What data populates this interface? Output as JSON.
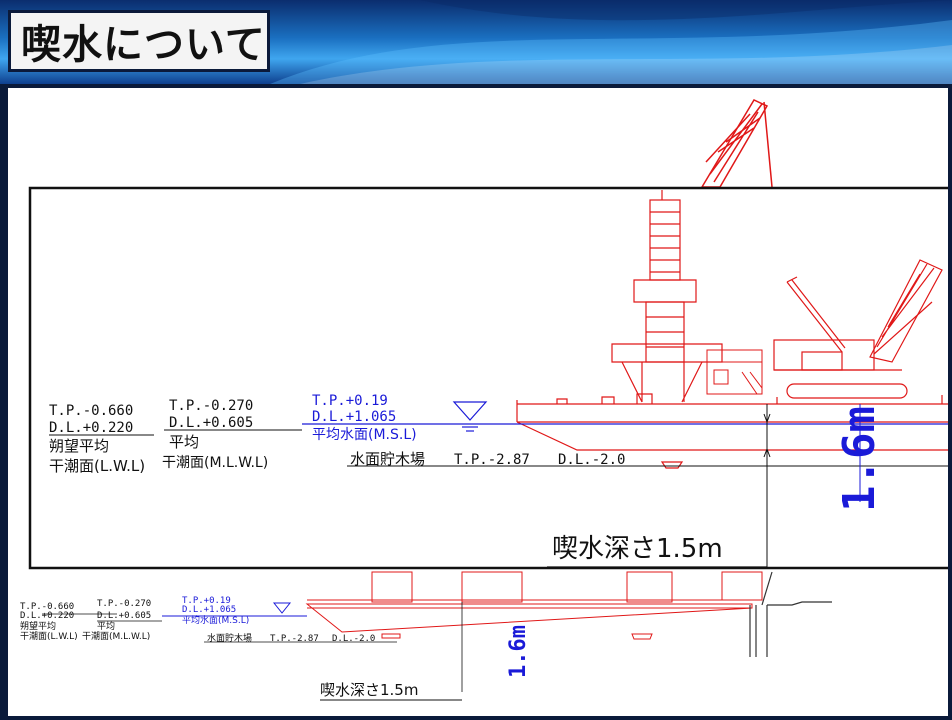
{
  "title": "喫水について",
  "colors": {
    "blue": "#1a1ad8",
    "red": "#e01818",
    "black": "#111111"
  },
  "detail": {
    "lwl_tp": "T.P.-0.660",
    "lwl_dl": "D.L.+0.220",
    "lwl_name_1": "朔望平均",
    "lwl_name_2": "干潮面(L.W.L)",
    "mlwl_tp": "T.P.-0.270",
    "mlwl_dl": "D.L.+0.605",
    "mlwl_name_1": "平均",
    "mlwl_name_2": "干潮面(M.L.W.L)",
    "msl_tp": "T.P.+0.19",
    "msl_dl": "D.L.+1.065",
    "msl_name": "平均水面(M.S.L)",
    "pond": "水面貯木場",
    "pond_tp": "T.P.-2.87",
    "pond_dl": "D.L.-2.0",
    "dimension": "1.6m",
    "draft": "喫水深さ1.5m"
  },
  "overview": {
    "lwl_tp": "T.P.-0.660",
    "lwl_dl": "D.L.+0.220",
    "lwl_name_1": "朔望平均",
    "lwl_name_2": "干潮面(L.W.L)",
    "mlwl_tp": "T.P.-0.270",
    "mlwl_dl": "D.L.+0.605",
    "mlwl_name_1": "平均",
    "mlwl_name_2": "干潮面(M.L.W.L)",
    "msl_tp": "T.P.+0.19",
    "msl_dl": "D.L.+1.065",
    "msl_name": "平均水面(M.S.L)",
    "pond": "水面貯木場",
    "pond_tp": "T.P.-2.87",
    "pond_dl": "D.L.-2.0",
    "dimension": "1.6m",
    "draft": "喫水深さ1.5m"
  }
}
